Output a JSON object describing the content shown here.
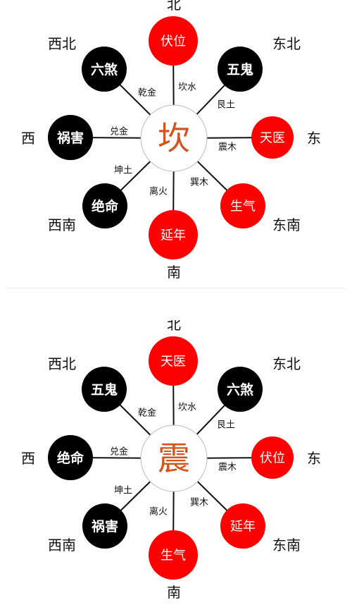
{
  "colors": {
    "auspicious": "#ff0000",
    "inauspicious": "#000000",
    "center_char": "#d2531e"
  },
  "directions": {
    "n": "北",
    "ne": "东北",
    "e": "东",
    "se": "东南",
    "s": "南",
    "sw": "西南",
    "w": "西",
    "nw": "西北"
  },
  "elements": {
    "n": "坎水",
    "ne": "艮土",
    "e": "震木",
    "se": "巽木",
    "s": "离火",
    "sw": "坤土",
    "w": "兑金",
    "nw": "乾金"
  },
  "panels": [
    {
      "center": "坎",
      "stars": {
        "n": {
          "label": "伏位",
          "type": "auspicious"
        },
        "ne": {
          "label": "五鬼",
          "type": "inauspicious"
        },
        "e": {
          "label": "天医",
          "type": "auspicious"
        },
        "se": {
          "label": "生气",
          "type": "auspicious"
        },
        "s": {
          "label": "延年",
          "type": "auspicious"
        },
        "sw": {
          "label": "绝命",
          "type": "inauspicious"
        },
        "w": {
          "label": "祸害",
          "type": "inauspicious"
        },
        "nw": {
          "label": "六煞",
          "type": "inauspicious"
        }
      }
    },
    {
      "center": "震",
      "stars": {
        "n": {
          "label": "天医",
          "type": "auspicious"
        },
        "ne": {
          "label": "六煞",
          "type": "inauspicious"
        },
        "e": {
          "label": "伏位",
          "type": "auspicious"
        },
        "se": {
          "label": "延年",
          "type": "auspicious"
        },
        "s": {
          "label": "生气",
          "type": "auspicious"
        },
        "sw": {
          "label": "祸害",
          "type": "inauspicious"
        },
        "w": {
          "label": "绝命",
          "type": "inauspicious"
        },
        "nw": {
          "label": "五鬼",
          "type": "inauspicious"
        }
      }
    }
  ]
}
